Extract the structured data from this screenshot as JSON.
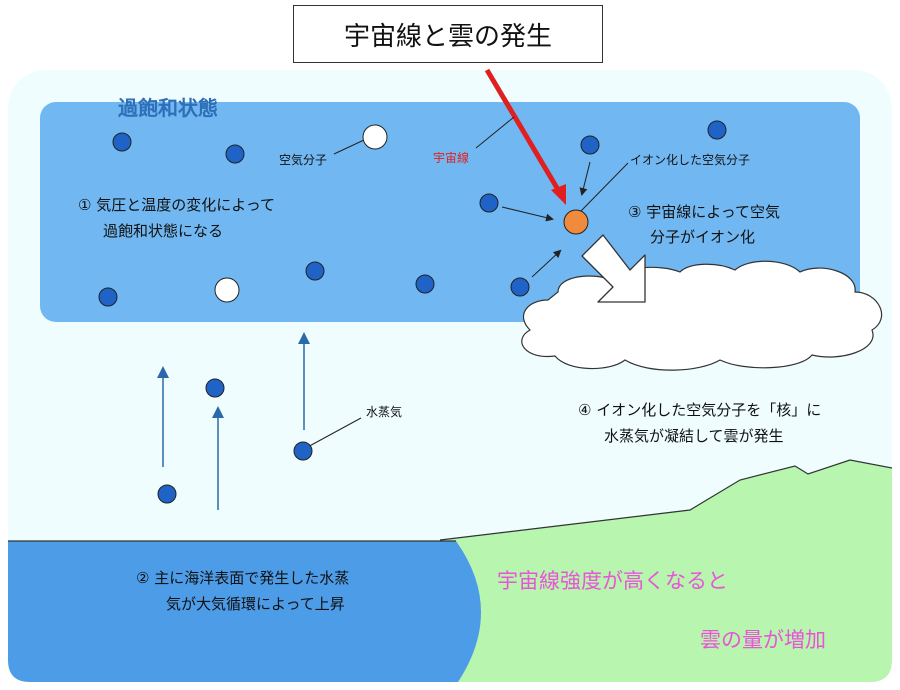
{
  "title": "宇宙線と雲の発生",
  "saturation_label": "過飽和状態",
  "labels": {
    "air_molecule": "空気分子",
    "cosmic_ray": "宇宙線",
    "ionized_molecule": "イオン化した空気分子",
    "water_vapor": "水蒸気"
  },
  "steps": {
    "step1": [
      "① 気圧と温度の変化によって",
      "過飽和状態になる"
    ],
    "step2": [
      "② 主に海洋表面で発生した水蒸",
      "気が大気循環によって上昇"
    ],
    "step3": [
      "③ 宇宙線によって空気",
      "分子がイオン化"
    ],
    "step4": [
      "④ イオン化した空気分子を「核」に",
      "水蒸気が凝結して雲が発生"
    ]
  },
  "conclusion": [
    "宇宙線強度が高くなると",
    "雲の量が増加"
  ],
  "colors": {
    "sky": "#effdfe",
    "saturation_zone": "#71b8f2",
    "ocean": "#4d9ce8",
    "land": "#b8f5ae",
    "molecule_blue": "#1f63c6",
    "ion": "#f08a3c",
    "cosmic_arrow": "#e02020",
    "text_pink": "#e855d8"
  }
}
